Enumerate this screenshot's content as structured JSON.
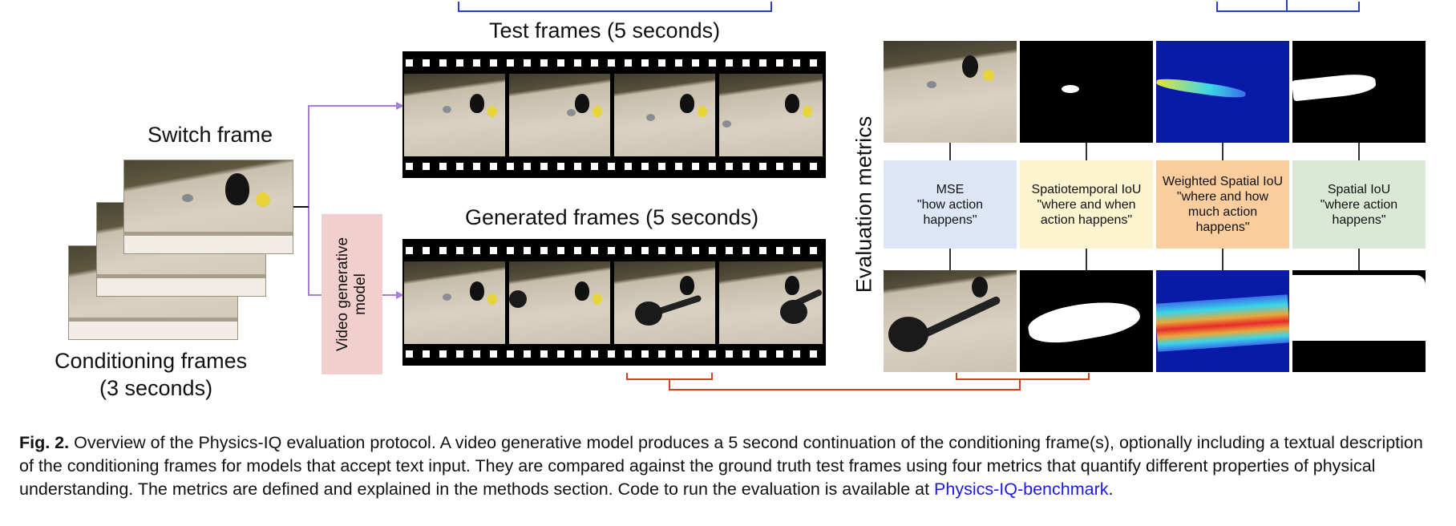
{
  "figure": {
    "switch_frame_label": "Switch frame",
    "conditioning_label_line1": "Conditioning frames",
    "conditioning_label_line2": "(3 seconds)",
    "model_label": "Video generative model",
    "test_frames_label": "Test frames (5 seconds)",
    "generated_frames_label": "Generated frames (5 seconds)",
    "evaluation_label": "Evaluation metrics",
    "metrics": [
      {
        "name": "MSE",
        "desc": "\"how action happens\"",
        "color": "#dde6f6"
      },
      {
        "name": "Spatiotemporal IoU",
        "desc": "\"where and when action happens\"",
        "color": "#fcf3cf"
      },
      {
        "name": "Weighted Spatial IoU",
        "desc": "\"where and how much action happens\"",
        "color": "#f9cd9e"
      },
      {
        "name": "Spatial IoU",
        "desc": "\"where action happens\"",
        "color": "#dbe8d6"
      }
    ],
    "colors": {
      "arrow": "#a67ed9",
      "model_box": "#f1cfcd",
      "bracket_blue": "#2a3fc8",
      "bracket_red": "#c9431f"
    }
  },
  "caption": {
    "prefix": "Fig. 2.",
    "text": " Overview of the Physics-IQ evaluation protocol. A video generative model produces a 5 second continuation of the conditioning frame(s), optionally including a textual description of the conditioning frames for models that accept text input. They are compared against the ground truth test frames using four metrics that quantify different properties of physical understanding. The metrics are defined and explained in the methods section. Code to run the evaluation is available at ",
    "link_text": "Physics-IQ-benchmark",
    "suffix": "."
  }
}
